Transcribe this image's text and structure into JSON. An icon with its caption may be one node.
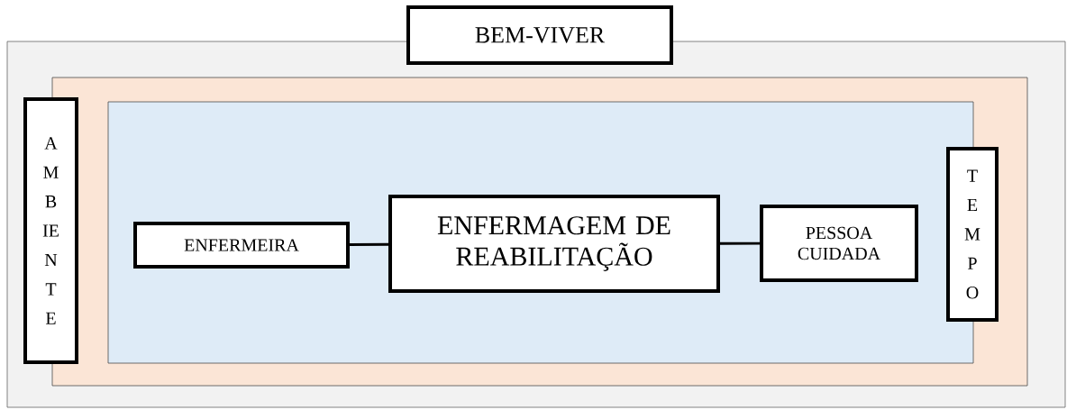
{
  "diagram": {
    "nodes": [
      {
        "text": [
          "BEM-VIVER"
        ]
      },
      {
        "text": [],
        "shape": "box",
        "in": 0
      },
      {
        "text": [],
        "shape": "box",
        "in": 1
      },
      {
        "text": [
          "AMBIENTE"
        ],
        "in": 0
      },
      {
        "text": [
          "ENFERMEIRA"
        ],
        "in": 2
      },
      {
        "text": [
          "ENFERMAGEM DE REABILITAÇÃO"
        ],
        "in": 2
      },
      {
        "text": [
          "PESSOA CUIDADA"
        ],
        "in": 2
      },
      {
        "text": [
          "TEMPO"
        ],
        "in": 1
      }
    ],
    "edges": [
      {
        "from": 4,
        "to": 5,
        "arrow": "none"
      },
      {
        "from": 5,
        "to": 6,
        "arrow": "none"
      }
    ]
  }
}
